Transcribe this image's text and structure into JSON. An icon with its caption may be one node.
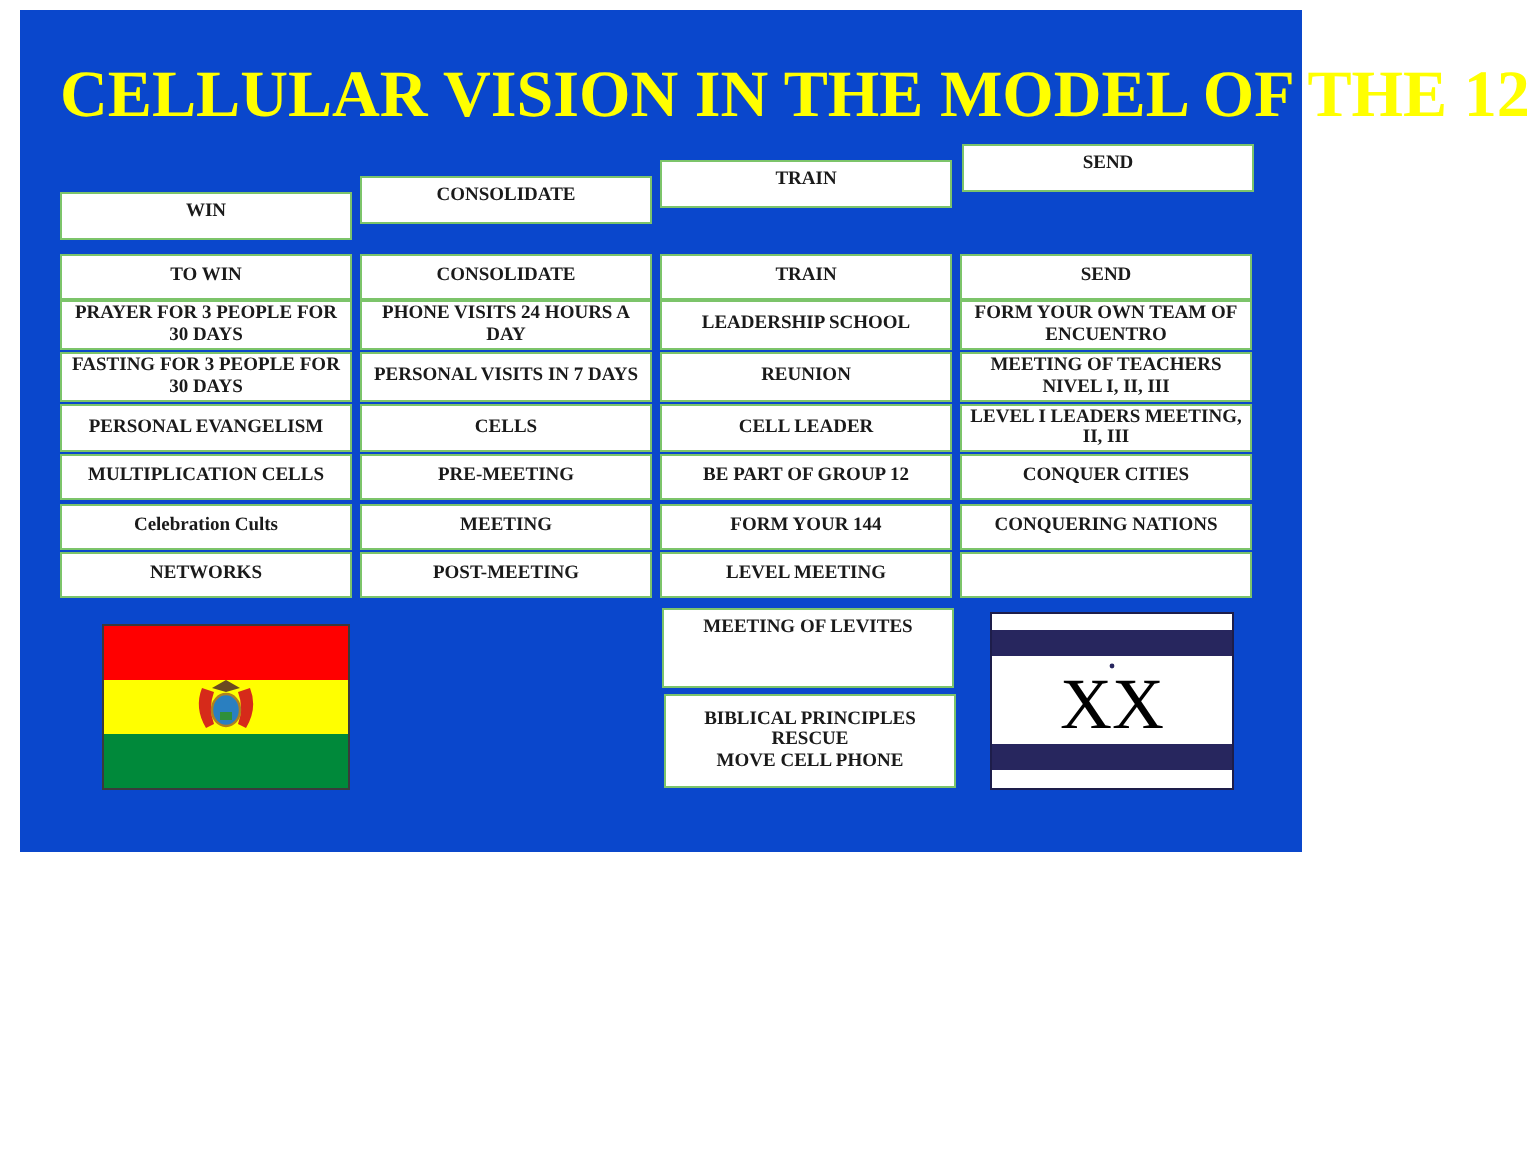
{
  "diagram": {
    "title": "CELLULAR VISION IN THE MODEL OF THE 12",
    "nodes": [
      {
        "text": [
          "WIN"
        ]
      },
      {
        "text": [
          "CONSOLIDATE"
        ]
      },
      {
        "text": [
          "TRAIN"
        ]
      },
      {
        "text": [
          "SEND"
        ]
      },
      {
        "text": [
          "TO WIN"
        ]
      },
      {
        "text": [
          "CONSOLIDATE"
        ]
      },
      {
        "text": [
          "TRAIN"
        ]
      },
      {
        "text": [
          "SEND"
        ]
      },
      {
        "text": [
          "PRAYER FOR 3 PEOPLE FOR 30 DAYS"
        ]
      },
      {
        "text": [
          "PHONE VISITS 24 HOURS A DAY"
        ]
      },
      {
        "text": [
          "LEADERSHIP SCHOOL"
        ]
      },
      {
        "text": [
          "FORM YOUR OWN TEAM OF ENCUENTRO"
        ]
      },
      {
        "text": [
          "FASTING FOR 3 PEOPLE FOR 30 DAYS"
        ]
      },
      {
        "text": [
          "PERSONAL VISITS IN 7 DAYS"
        ]
      },
      {
        "text": [
          "REUNION"
        ]
      },
      {
        "text": [
          "MEETING OF TEACHERS NIVEL I, II, III"
        ]
      },
      {
        "text": [
          "PERSONAL EVANGELISM"
        ]
      },
      {
        "text": [
          "CELLS"
        ]
      },
      {
        "text": [
          "CELL LEADER"
        ]
      },
      {
        "text": [
          "LEVEL I LEADERS MEETING, II, III"
        ]
      },
      {
        "text": [
          "MULTIPLICATION CELLS"
        ]
      },
      {
        "text": [
          "PRE-MEETING"
        ]
      },
      {
        "text": [
          "BE PART OF GROUP 12"
        ]
      },
      {
        "text": [
          "CONQUER CITIES"
        ]
      },
      {
        "text": [
          "Celebration Cults"
        ]
      },
      {
        "text": [
          "MEETING"
        ]
      },
      {
        "text": [
          "FORM YOUR 144"
        ]
      },
      {
        "text": [
          "CONQUERING NATIONS"
        ]
      },
      {
        "text": [
          "NETWORKS"
        ]
      },
      {
        "text": [
          "POST-MEETING"
        ]
      },
      {
        "text": [
          "LEVEL MEETING"
        ]
      },
      {
        "text": [],
        "shape": "box"
      },
      {
        "text": [
          "MEETING OF LEVITES"
        ]
      },
      {
        "text": [
          "BIBLICAL PRINCIPLES",
          "RESCUE",
          "MOVE CELL PHONE"
        ]
      },
      {
        "text": [
          "XX"
        ]
      }
    ]
  }
}
